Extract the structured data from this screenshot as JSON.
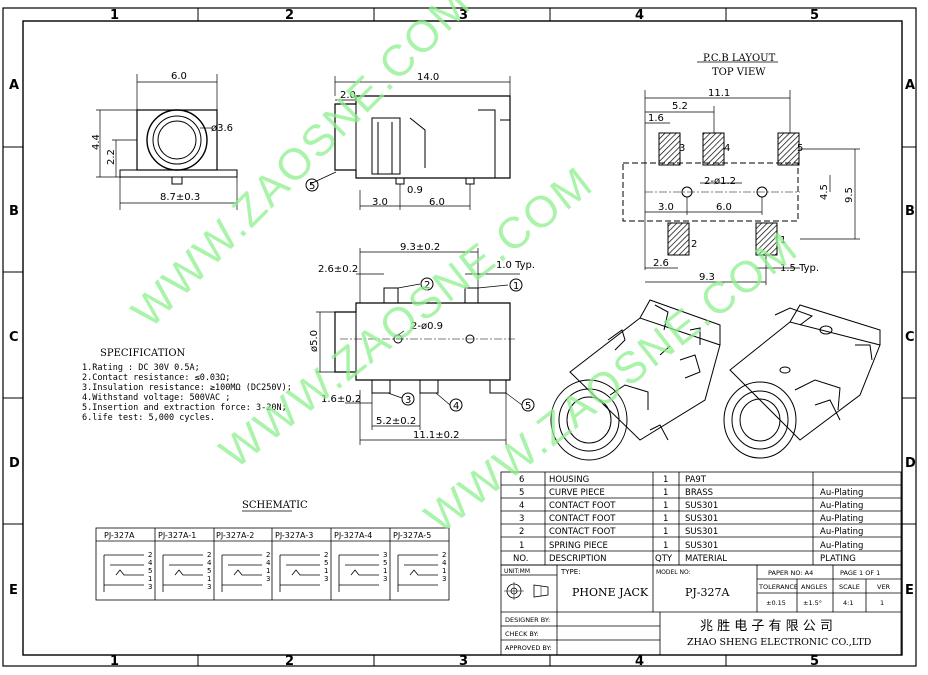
{
  "border": {
    "columns": [
      "1",
      "2",
      "3",
      "4",
      "5"
    ],
    "rows": [
      "A",
      "B",
      "C",
      "D",
      "E"
    ]
  },
  "watermark": "WWW.ZAOSNE.COM",
  "front_view": {
    "width": "6.0",
    "height": "4.4",
    "half_height": "2.2",
    "diameter": "ø3.6",
    "foot_width": "8.7±0.3"
  },
  "side_view": {
    "length": "14.0",
    "front": "2.0",
    "pin_gap": "0.9",
    "pos_a": "3.0",
    "pos_b": "6.0",
    "pin_label": "5"
  },
  "pcb_layout": {
    "title": "P.C.B LAYOUT",
    "subtitle": "TOP VIEW",
    "width": "11.1",
    "pitch": "5.2",
    "pad": "1.6",
    "holes": "2-ø1.2",
    "hole_a": "3.0",
    "hole_b": "6.0",
    "pitch_y": "4.5",
    "height": "9.5",
    "edge": "2.6",
    "span": "9.3",
    "pad_w": "1.5 Typ.",
    "pads": [
      "1",
      "2",
      "3",
      "4",
      "5"
    ]
  },
  "top_view": {
    "width": "9.3±0.2",
    "left": "2.6±0.2",
    "typ": "1.0 Typ.",
    "holes": "2-ø0.9",
    "dia": "ø5.0",
    "pad": "1.6±0.2",
    "pitch": "5.2±0.2",
    "total": "11.1±0.2",
    "pins": [
      "1",
      "2",
      "3",
      "4",
      "5"
    ]
  },
  "specification": {
    "title": "SPECIFICATION",
    "items": [
      "1.Rating : DC 30V 0.5A;",
      "2.Contact resistance: ≤0.03Ω;",
      "3.Insulation resistance: ≥100MΩ (DC250V);",
      "4.Withstand voltage: 500VAC ;",
      "5.Insertion and extraction force: 3-20N;",
      "6.life test: 5,000 cycles."
    ]
  },
  "schematic": {
    "title": "SCHEMATIC",
    "models": [
      "PJ-327A",
      "PJ-327A-1",
      "PJ-327A-2",
      "PJ-327A-3",
      "PJ-327A-4",
      "PJ-327A-5"
    ]
  },
  "parts_table": {
    "rows": [
      {
        "no": "6",
        "desc": "HOUSING",
        "qty": "1",
        "material": "PA9T",
        "plating": ""
      },
      {
        "no": "5",
        "desc": "CURVE PIECE",
        "qty": "1",
        "material": "BRASS",
        "plating": "Au-Plating"
      },
      {
        "no": "4",
        "desc": "CONTACT FOOT",
        "qty": "1",
        "material": "SUS301",
        "plating": "Au-Plating"
      },
      {
        "no": "3",
        "desc": "CONTACT FOOT",
        "qty": "1",
        "material": "SUS301",
        "plating": "Au-Plating"
      },
      {
        "no": "2",
        "desc": "CONTACT FOOT",
        "qty": "1",
        "material": "SUS301",
        "plating": "Au-Plating"
      },
      {
        "no": "1",
        "desc": "SPRING PIECE",
        "qty": "1",
        "material": "SUS301",
        "plating": "Au-Plating"
      }
    ],
    "header": {
      "no": "NO.",
      "desc": "DESCRIPTION",
      "qty": "QTY",
      "material": "MATERIAL",
      "plating": "PLATING"
    }
  },
  "title_block": {
    "unit": "UNIT:MM",
    "type_label": "TYPE:",
    "type": "PHONE JACK",
    "model_label": "MODEL NO:",
    "model": "PJ-327A",
    "paper": "PAPER NO: A4",
    "page": "PAGE 1 OF 1",
    "tolerance_label": "TOLERANCE",
    "angles_label": "ANGLES",
    "scale_label": "SCALE",
    "ver_label": "VER",
    "tolerance": "±0.15",
    "angles": "±1.5°",
    "scale": "4:1",
    "ver": "1",
    "designer": "DESIGNER BY:",
    "check": "CHECK    BY:",
    "approved": "APPROVED BY:",
    "company_cn": "兆 胜 电 子 有 限 公 司",
    "company_en": "ZHAO SHENG ELECTRONIC CO.,LTD"
  }
}
